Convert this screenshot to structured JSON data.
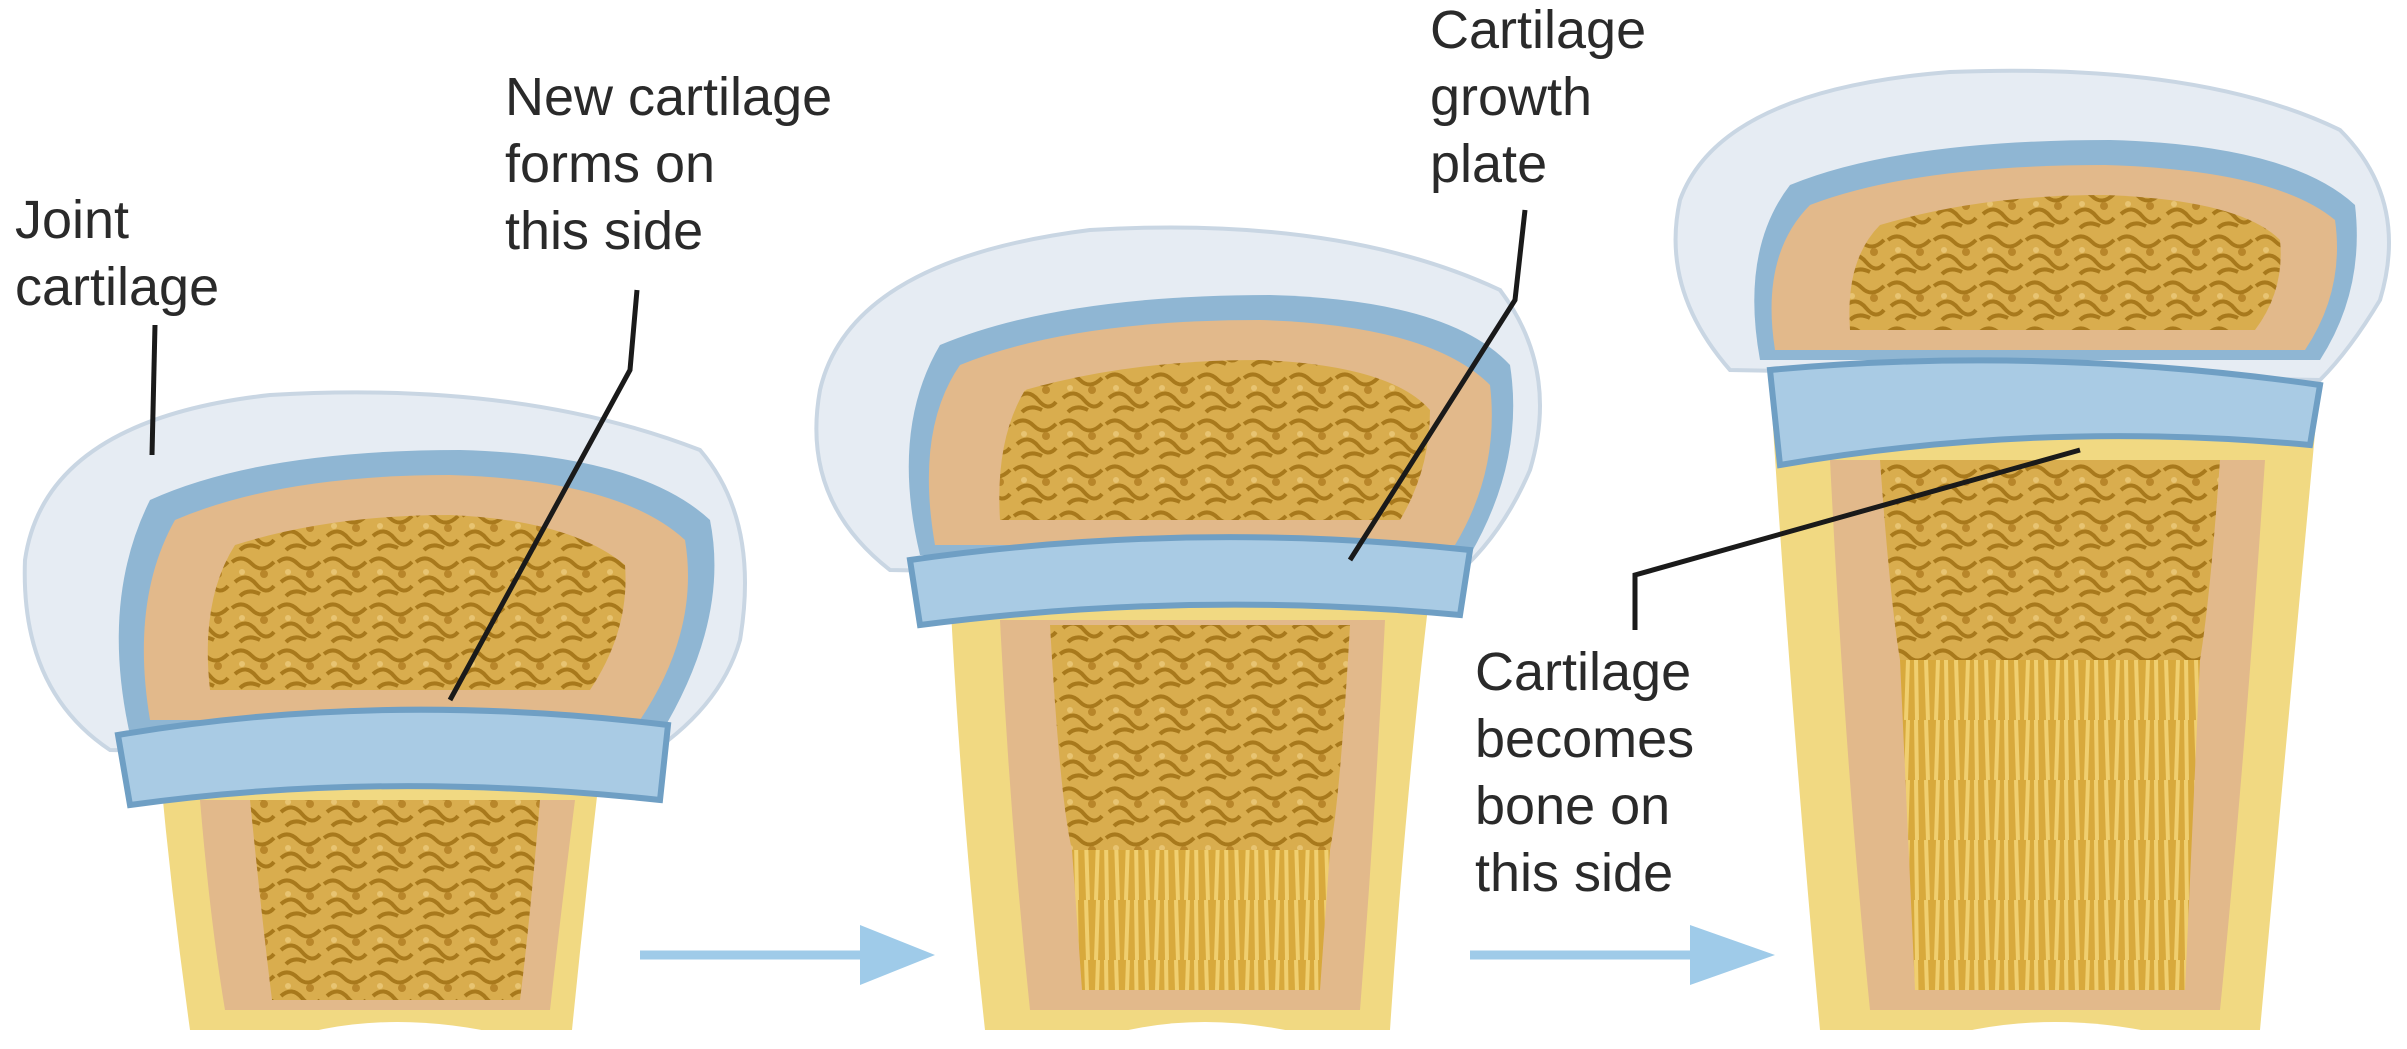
{
  "labels": {
    "joint_cartilage": [
      "Joint",
      "cartilage"
    ],
    "new_cartilage": [
      "New cartilage",
      "forms on",
      "this side"
    ],
    "growth_plate": [
      "Cartilage",
      "growth",
      "plate"
    ],
    "becomes_bone": [
      "Cartilage",
      "becomes",
      "bone on",
      "this side"
    ]
  },
  "colors": {
    "cartilage_cap": "#e6ecf3",
    "cap_rim": "#8fb6d3",
    "growth_plate": "#a9cbe4",
    "growth_plate_dark": "#6f9fc4",
    "marrow": "#e2b98b",
    "spongy_bone": "#c99a2b",
    "compact_bone": "#f1d982",
    "leader_line": "#1a1a1a",
    "arrow": "#9fcbe9"
  },
  "icons": {
    "progress_arrow": "arrow-right-icon"
  }
}
